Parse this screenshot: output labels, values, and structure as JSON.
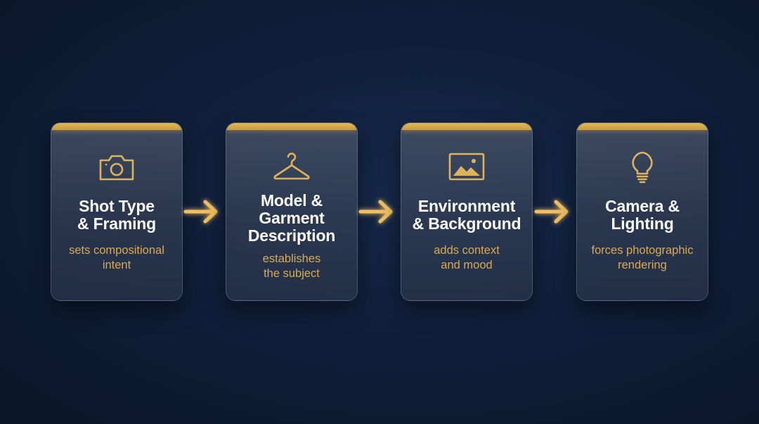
{
  "steps": [
    {
      "icon": "camera-icon",
      "title": "Shot Type\n& Framing",
      "description": "sets compositional\nintent"
    },
    {
      "icon": "hanger-icon",
      "title": "Model &\nGarment\nDescription",
      "description": "establishes\nthe subject"
    },
    {
      "icon": "image-icon",
      "title": "Environment\n& Background",
      "description": "adds context\nand mood"
    },
    {
      "icon": "lightbulb-icon",
      "title": "Camera &\nLighting",
      "description": "forces photographic\nrendering"
    }
  ],
  "colors": {
    "accent": "#e3b957",
    "description_text": "#d9a955",
    "title_text": "#ffffff",
    "background": "#0f1f3a"
  }
}
